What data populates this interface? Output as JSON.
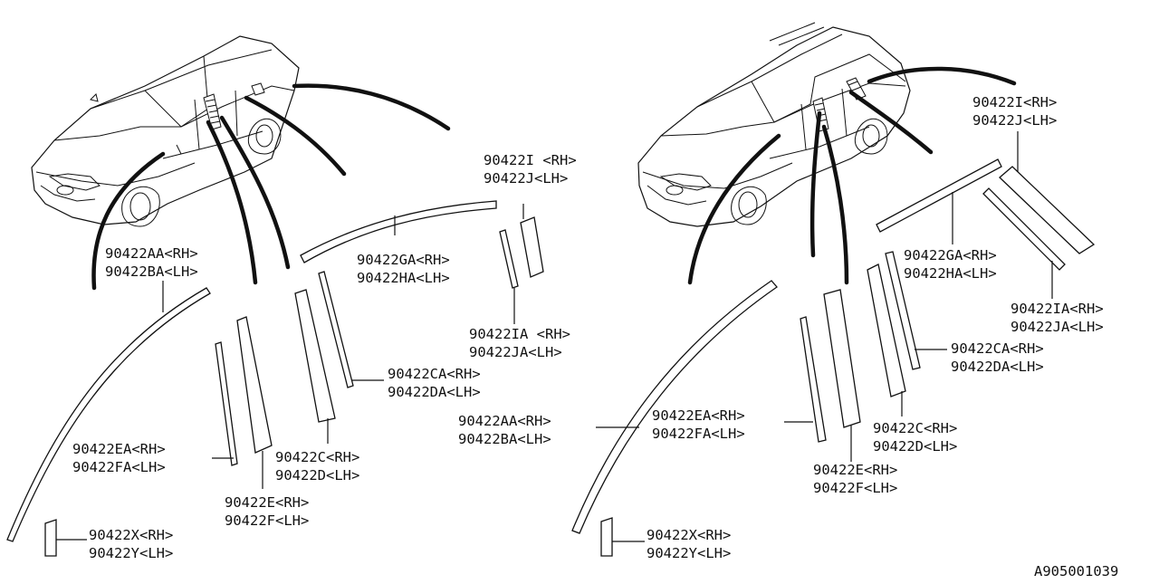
{
  "diagram_id": "A905001039",
  "sedan": {
    "labels": {
      "aa": [
        "90422AA<RH>",
        "90422BA<LH>"
      ],
      "ea": [
        "90422EA<RH>",
        "90422FA<LH>"
      ],
      "e": [
        "90422E<RH>",
        "90422F<LH>"
      ],
      "c": [
        "90422C<RH>",
        "90422D<LH>"
      ],
      "ca": [
        "90422CA<RH>",
        "90422DA<LH>"
      ],
      "ga": [
        "90422GA<RH>",
        "90422HA<LH>"
      ],
      "i": [
        "90422I <RH>",
        "90422J<LH>"
      ],
      "ia": [
        "90422IA <RH>",
        "90422JA<LH>"
      ],
      "x": [
        "90422X<RH>",
        "90422Y<LH>"
      ]
    }
  },
  "wagon": {
    "labels": {
      "i": [
        "90422I<RH>",
        "90422J<LH>"
      ],
      "ga": [
        "90422GA<RH>",
        "90422HA<LH>"
      ],
      "ia": [
        "90422IA<RH>",
        "90422JA<LH>"
      ],
      "ca": [
        "90422CA<RH>",
        "90422DA<LH>"
      ],
      "c": [
        "90422C<RH>",
        "90422D<LH>"
      ],
      "e": [
        "90422E<RH>",
        "90422F<LH>"
      ],
      "ea": [
        "90422EA<RH>",
        "90422FA<LH>"
      ],
      "aa": [
        "90422AA<RH>",
        "90422BA<LH>"
      ],
      "x": [
        "90422X<RH>",
        "90422Y<LH>"
      ]
    }
  }
}
